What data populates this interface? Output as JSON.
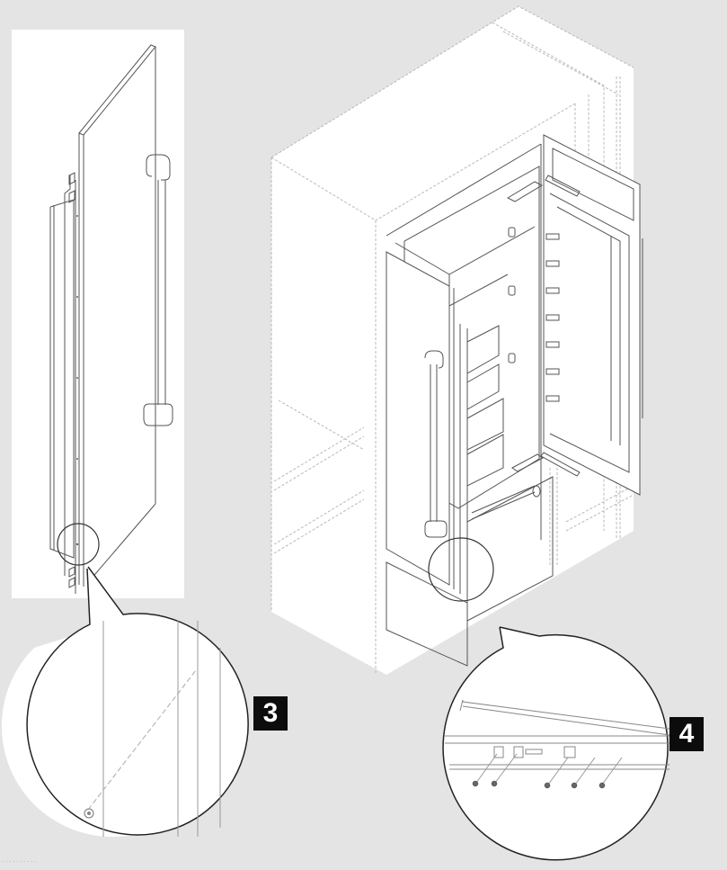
{
  "figure": {
    "type": "installation-diagram",
    "subject": "Built-in refrigerator door panel mounting",
    "colors": {
      "background": "#e4e4e4",
      "panel": "#ffffff",
      "line": "#555555",
      "dashed_line": "#b0b0b0",
      "callout_stroke": "#222222",
      "label_bg": "#0c0c0c",
      "label_text": "#ffffff",
      "screw": "#666666"
    }
  },
  "panels": {
    "left": {
      "description": "Door panel side view with handle"
    },
    "right": {
      "description": "Refrigerator in cabinet with doors open"
    }
  },
  "steps": [
    {
      "number": "3",
      "description": "Detail: single screw at lower door panel edge"
    },
    {
      "number": "4",
      "description": "Detail: five screws along bottom door rail"
    }
  ],
  "footer": {
    "code": "··········"
  }
}
